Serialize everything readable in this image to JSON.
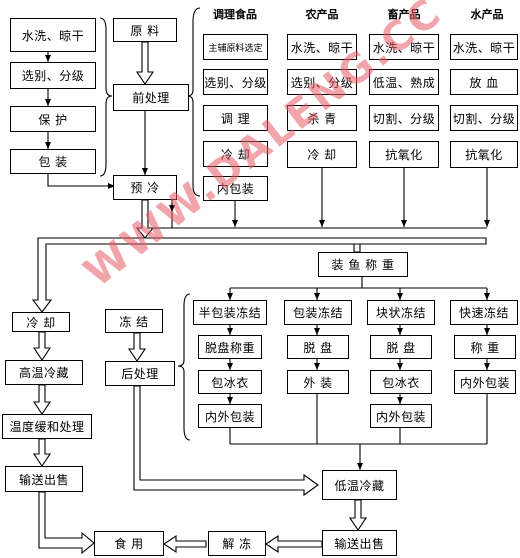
{
  "left_chain": {
    "wash": "水洗、晾干",
    "sort": "选别、分级",
    "protect": "保 护",
    "pack": "包 装"
  },
  "core": {
    "raw": "原 料",
    "preprocess": "前处理",
    "precool": "预 冷"
  },
  "columns": [
    {
      "title": "调理食品",
      "steps": [
        "主辅原料选定",
        "选别、分级",
        "调 理",
        "冷 却",
        "内包装"
      ]
    },
    {
      "title": "农产品",
      "steps": [
        "水洗、晾干",
        "选别、分级",
        "杀 青",
        "冷 却"
      ]
    },
    {
      "title": "畜产品",
      "steps": [
        "水洗、晾干",
        "低温、熟成",
        "切割、分级",
        "抗氧化"
      ]
    },
    {
      "title": "水产品",
      "steps": [
        "水洗、晾干",
        "放 血",
        "切割、分级",
        "抗氧化"
      ]
    }
  ],
  "cooling_path": [
    "冷 却",
    "高温冷藏",
    "温度缓和处理",
    "输送出售"
  ],
  "freezing_path": [
    "冻 结",
    "后处理"
  ],
  "packing_header": "装 鱼 称 重",
  "freeze_columns": [
    {
      "title": "半包装冻结",
      "steps": [
        "脱盘称重",
        "包冰衣",
        "内外包装"
      ]
    },
    {
      "title": "包装冻结",
      "steps": [
        "脱 盘",
        "外 装"
      ]
    },
    {
      "title": "块状冻结",
      "steps": [
        "脱 盘",
        "包冰衣",
        "内外包装"
      ]
    },
    {
      "title": "快速冻结",
      "steps": [
        "称 重",
        "内外包装"
      ]
    }
  ],
  "bottom": {
    "cold_storage": "低温冷藏",
    "transport": "输送出售",
    "thaw": "解 冻",
    "eat": "食 用"
  },
  "watermark": "WWW.DALENG.CC"
}
